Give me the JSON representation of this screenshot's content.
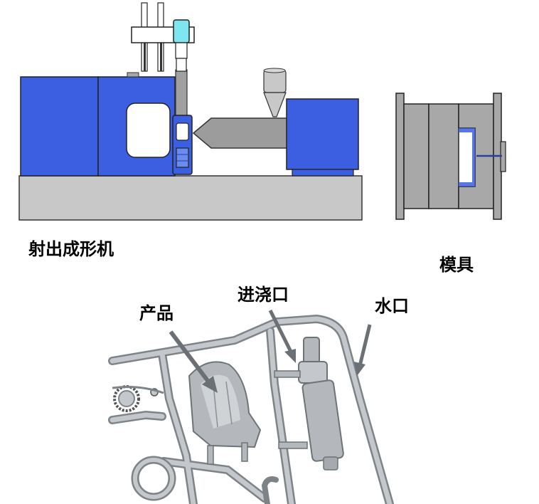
{
  "labels": {
    "machine": "射出成形机",
    "mold": "模具",
    "product": "产品",
    "gate": "进浇口",
    "runner": "水口"
  },
  "colors": {
    "machine_blue": "#3b5fe0",
    "base_gray": "#c8c8c8",
    "steel_gray": "#a8a8a8",
    "window_white": "#ffffff",
    "nozzle_cyan": "#7ee6f0",
    "plastic_gray": "#b4b8bc"
  }
}
